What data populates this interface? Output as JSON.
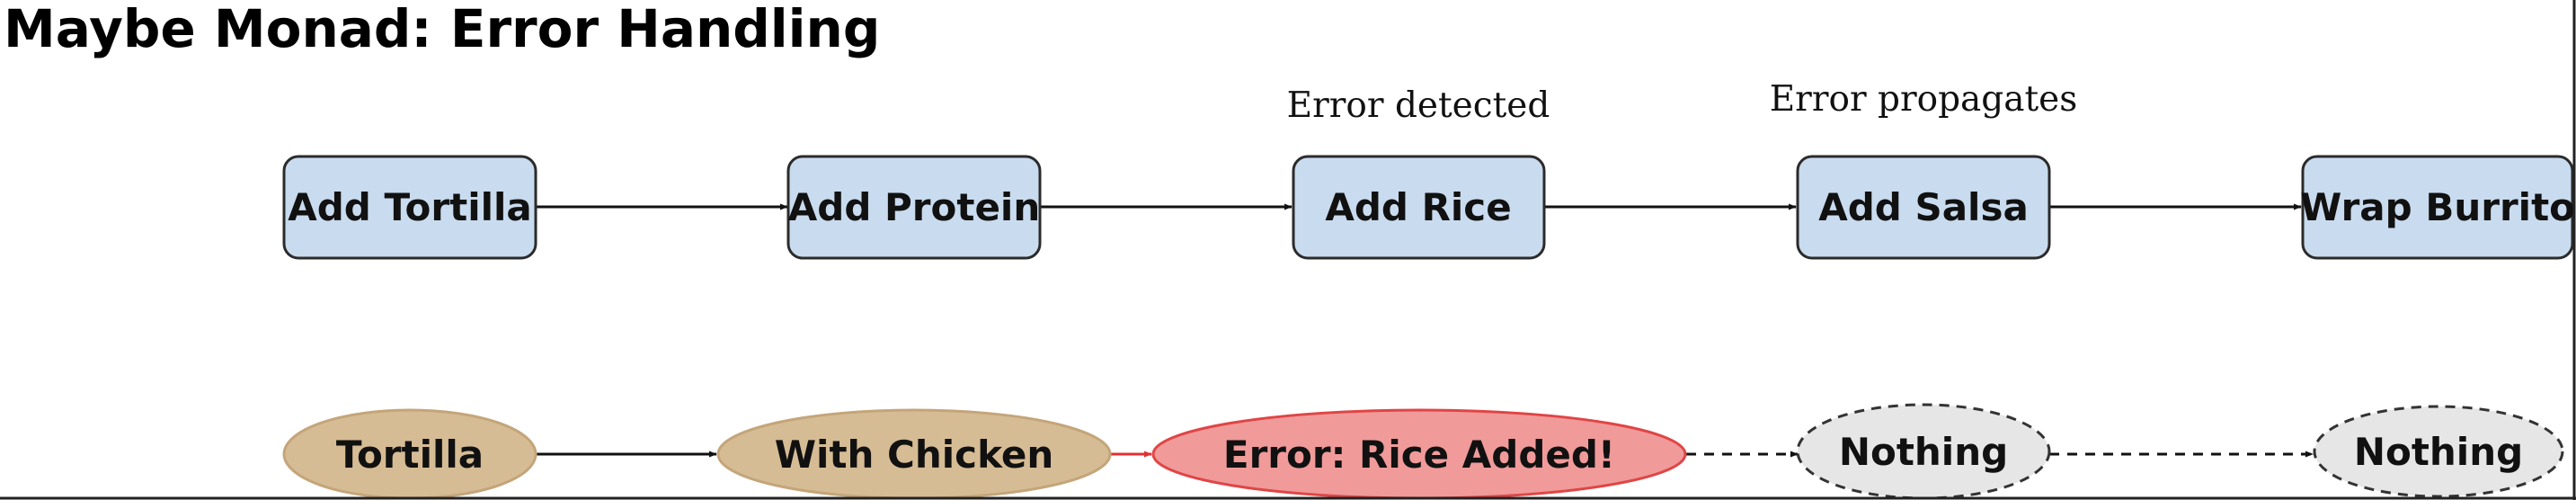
{
  "title": "Maybe Monad: Error Handling",
  "annotations": {
    "error_detected": "Error detected",
    "error_propagates": "Error propagates"
  },
  "steps": [
    {
      "label": "Add Tortilla"
    },
    {
      "label": "Add Protein"
    },
    {
      "label": "Add Rice"
    },
    {
      "label": "Add Salsa"
    },
    {
      "label": "Wrap Burrito"
    }
  ],
  "states": [
    {
      "label": "Tortilla",
      "kind": "value"
    },
    {
      "label": "With Chicken",
      "kind": "value"
    },
    {
      "label": "Error: Rice Added!",
      "kind": "error"
    },
    {
      "label": "Nothing",
      "kind": "nothing"
    },
    {
      "label": "Nothing",
      "kind": "nothing"
    }
  ],
  "colors": {
    "step_fill": "#c9dbee",
    "step_stroke": "#2b2b2b",
    "value_fill": "#d6bc94",
    "value_stroke": "#c4a57a",
    "error_fill": "#f09a9a",
    "error_stroke": "#e04545",
    "nothing_fill": "#e6e6e6",
    "nothing_stroke": "#333333",
    "arrow": "#111111",
    "error_arrow": "#e03030"
  }
}
